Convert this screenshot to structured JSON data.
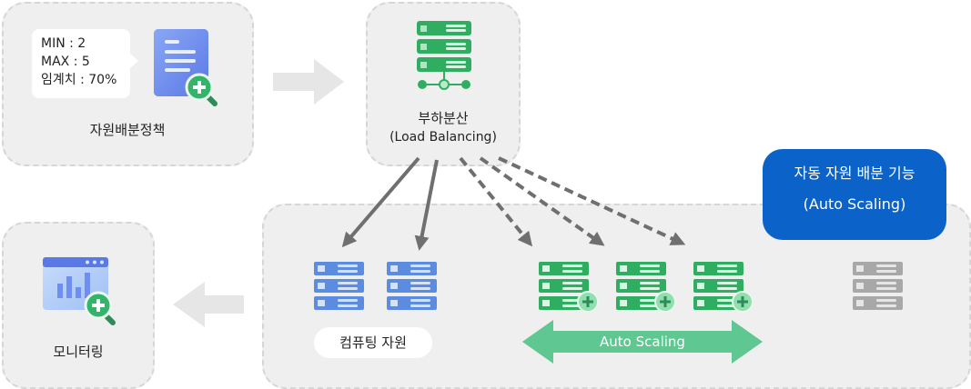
{
  "policy": {
    "lines": [
      "MIN : 2",
      "MAX : 5",
      "임계치 : 70%"
    ],
    "title": "자원배분정책"
  },
  "load_balancer": {
    "title": "부하분산",
    "subtitle": "(Load Balancing)"
  },
  "auto_scaling_badge": {
    "title": "자동 자원 배분 기능",
    "subtitle": "(Auto Scaling)"
  },
  "monitoring": {
    "title": "모니터링"
  },
  "compute": {
    "pill_label": "컴퓨팅 자원"
  },
  "scaling_arrow": {
    "label": "Auto Scaling"
  },
  "icons": {
    "policy": "document-search-plus-icon",
    "lb": "server-stack-network-icon",
    "monitor": "dashboard-chart-plus-icon",
    "server_blue": "server-icon",
    "server_green_plus": "server-add-icon",
    "server_gray": "server-inactive-icon"
  },
  "colors": {
    "panel": "#efefef",
    "server_blue": "#5b8ce0",
    "server_green": "#2fae62",
    "server_gray": "#a8a8a8",
    "badge": "#0b63c9",
    "scale_arrow": "#5fc792",
    "flow_arrow": "#6f6f6f"
  }
}
